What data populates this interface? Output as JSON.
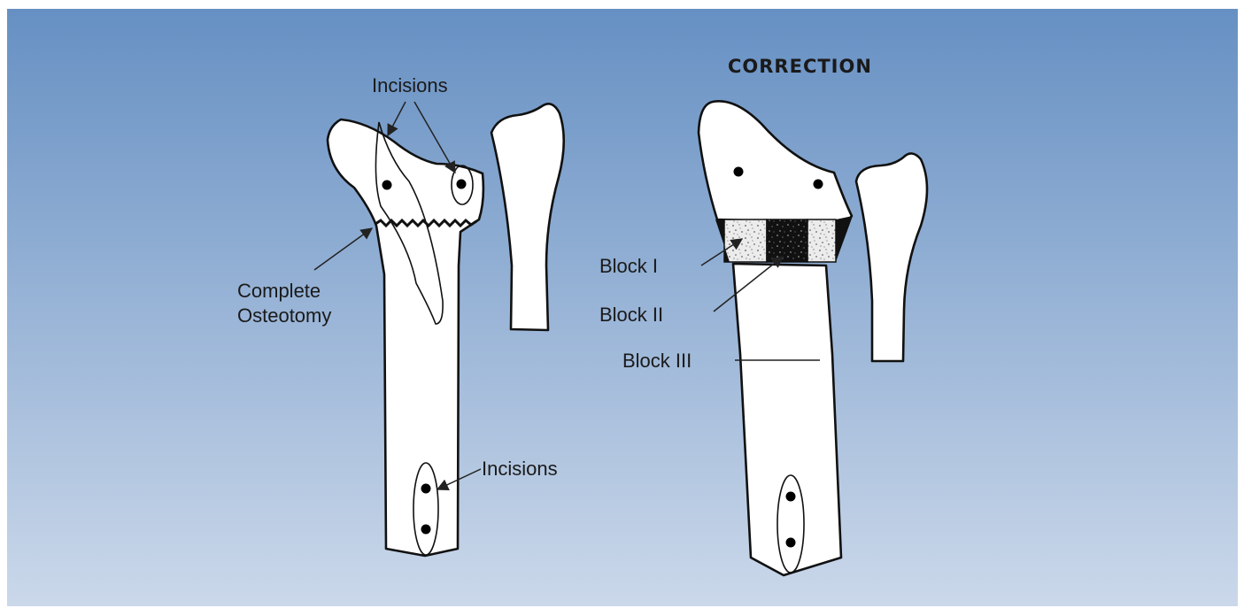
{
  "title": "CORRECTION",
  "labels": {
    "incisions_top": "Incisions",
    "complete": "Complete",
    "osteotomy": "Osteotomy",
    "incisions_bottom": "Incisions",
    "block1": "Block I",
    "block2": "Block II",
    "block3": "Block III"
  },
  "colors": {
    "background_top": "#6690c3",
    "background_bottom": "#cbd8ea",
    "bone_fill": "#ffffff",
    "outline": "#111111",
    "block_light": "#e9e9e9",
    "block_dark": "#111111"
  }
}
